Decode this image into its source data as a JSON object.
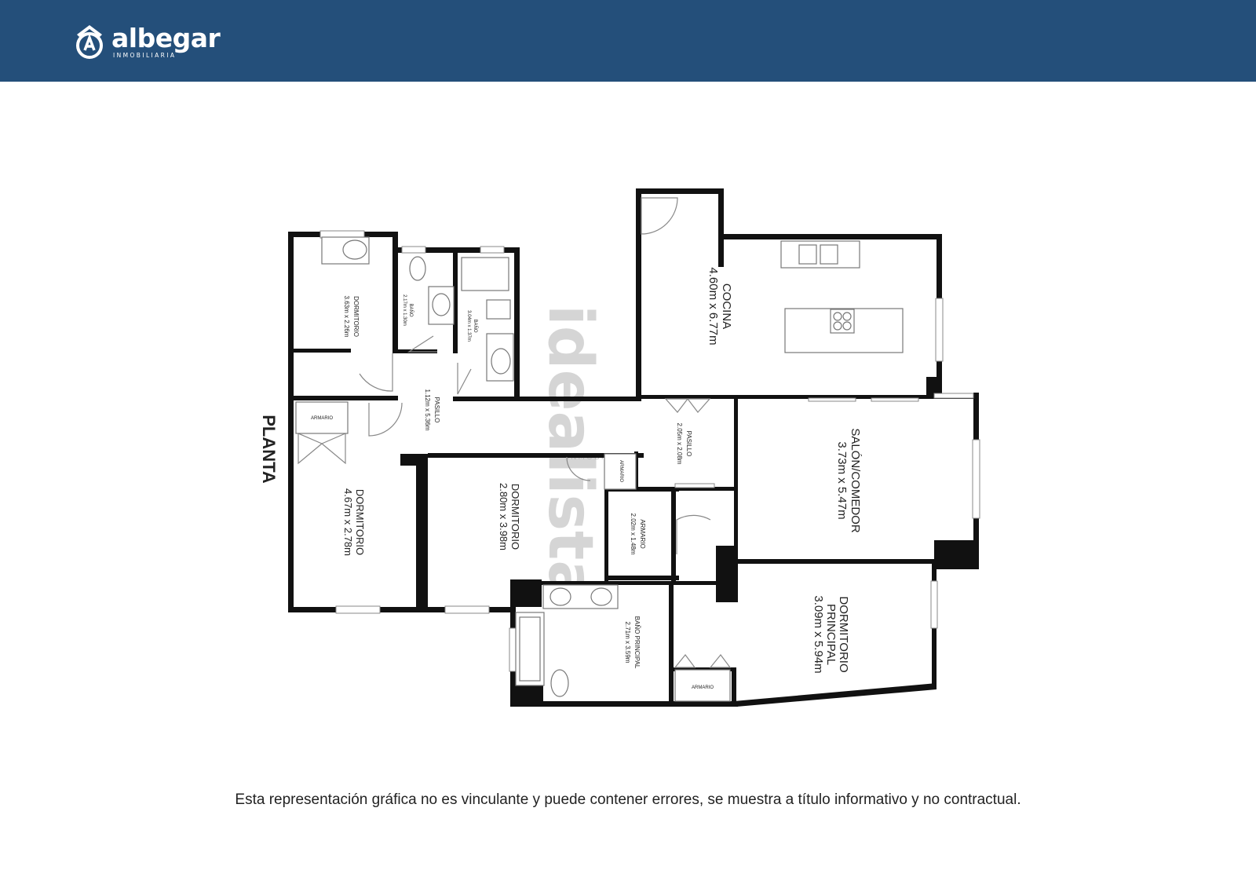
{
  "header": {
    "brand_name": "albegar",
    "brand_sub": "INMOBILIARIA",
    "brand_color": "#244f7a",
    "logo_icon": "albegar-house-logo-icon"
  },
  "plan": {
    "floor_label": "PLANTA",
    "watermark": "idealista",
    "watermark_sub": "INMOBILIARIA",
    "rooms": {
      "dorm1": {
        "name": "DORMITORIO",
        "dims": "3.63m x 2.26m"
      },
      "bano1": {
        "name": "BAÑO",
        "dims": "2.17m x 1.30m"
      },
      "bano2": {
        "name": "BAÑO",
        "dims": "3.04m x 1.37m"
      },
      "pasillo1": {
        "name": "PASILLO",
        "dims": "1.12m x 5.36m"
      },
      "armario1": {
        "name": "ARMARIO"
      },
      "dorm2": {
        "name": "DORMITORIO",
        "dims": "4.67m x 2.78m"
      },
      "dorm3": {
        "name": "DORMITORIO",
        "dims": "2.80m x 3.98m"
      },
      "armario_small": {
        "name": "ARMARIO"
      },
      "armario2": {
        "name": "ARMARIO",
        "dims": "2.02m x 1.48m"
      },
      "cocina": {
        "name": "COCINA",
        "dims": "4.60m x 6.77m"
      },
      "pasillo2": {
        "name": "PASILLO",
        "dims": "2.05m x 2.08m"
      },
      "salon": {
        "name": "SALÓN/COMEDOR",
        "dims": "3.73m x 5.47m"
      },
      "bano_principal": {
        "name": "BAÑO PRINCIPAL",
        "dims": "2.71m x 3.59m"
      },
      "armario3": {
        "name": "ARMARIO"
      },
      "dorm_principal": {
        "name_1": "DORMITORIO",
        "name_2": "PRINCIPAL",
        "dims": "3.09m x 5.94m"
      }
    }
  },
  "footer": {
    "disclaimer": "Esta representación gráfica no es vinculante y puede contener errores, se muestra a título informativo y no contractual."
  }
}
